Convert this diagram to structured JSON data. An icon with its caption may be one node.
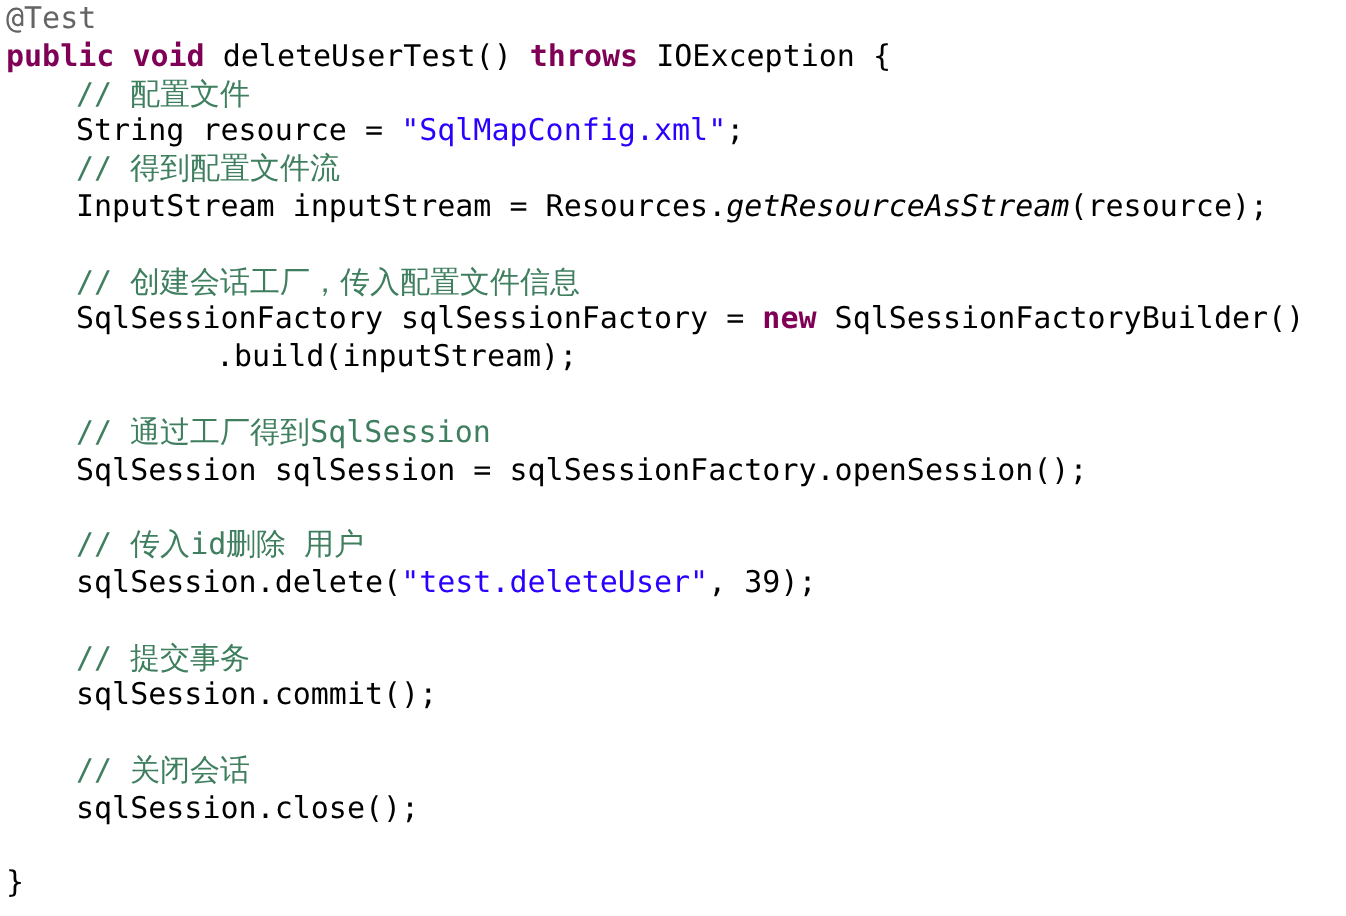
{
  "diagram": {
    "labels": [
      "@Test",
      "**public** **void** deleteUserTest() **throws** IOException {",
      "// 配置文件",
      "String resource = ",
      "\"SqlMapConfig.xml\"",
      ";",
      "// 得到配置文件流",
      "InputStream inputStream = Resources.*getResourceAsStream*(resource);",
      "// 创建会话工厂，传入配置文件信息",
      "SqlSessionFactory sqlSessionFactory = **new** SqlSessionFactoryBuilder()",
      ".build(inputStream);",
      "// 通过工厂得到SqlSession",
      "SqlSession sqlSession = sqlSessionFactory.openSession();",
      "// 传入id删除 用户",
      "sqlSession.delete(",
      "\"test.deleteUser\"",
      ", 39);",
      "// 提交事务",
      "sqlSession.commit();",
      "// 关闭会话",
      "sqlSession.close();",
      "}"
    ]
  }
}
